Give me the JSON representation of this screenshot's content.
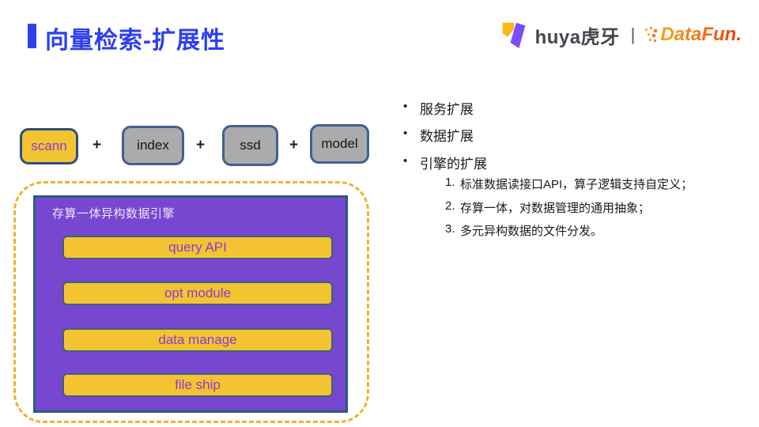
{
  "header": {
    "title": "向量检索-扩展性",
    "logos": {
      "huya_text": "huya虎牙",
      "separator": "|",
      "datafun_text": "DataFun."
    }
  },
  "components_row": {
    "plus_label": "+",
    "items": [
      {
        "label": "scann",
        "variant": "yellow"
      },
      {
        "label": "index",
        "variant": "gray"
      },
      {
        "label": "ssd",
        "variant": "gray"
      },
      {
        "label": "model",
        "variant": "gray"
      }
    ]
  },
  "engine": {
    "container_label": "存算一体异构数据引擎",
    "modules": [
      "query API",
      "opt module",
      "data manage",
      "file ship"
    ]
  },
  "right_panel": {
    "bullet_marker": "•",
    "bullets": [
      "服务扩展",
      "数据扩展",
      "引擎的扩展"
    ],
    "numbered": [
      {
        "num": "1.",
        "text": "标准数据读接口API，算子逻辑支持自定义；"
      },
      {
        "num": "2.",
        "text": "存算一体，对数据管理的通用抽象；"
      },
      {
        "num": "3.",
        "text": "多元异构数据的文件分发。"
      }
    ]
  },
  "colors": {
    "accent_blue": "#2e3ff0",
    "gold": "#f4c332",
    "violet": "#7747d0",
    "container_border": "#2c5a7a",
    "gray_box": "#ababab",
    "gray_box_border": "#41618f",
    "purple_text": "#8b3ad3",
    "dashed_gold": "#f0b42a",
    "huya_yellow": "#ffb516",
    "huya_purple": "#7c4dff",
    "datafun_orange": "#f07b18",
    "datafun_red": "#e8380d"
  }
}
